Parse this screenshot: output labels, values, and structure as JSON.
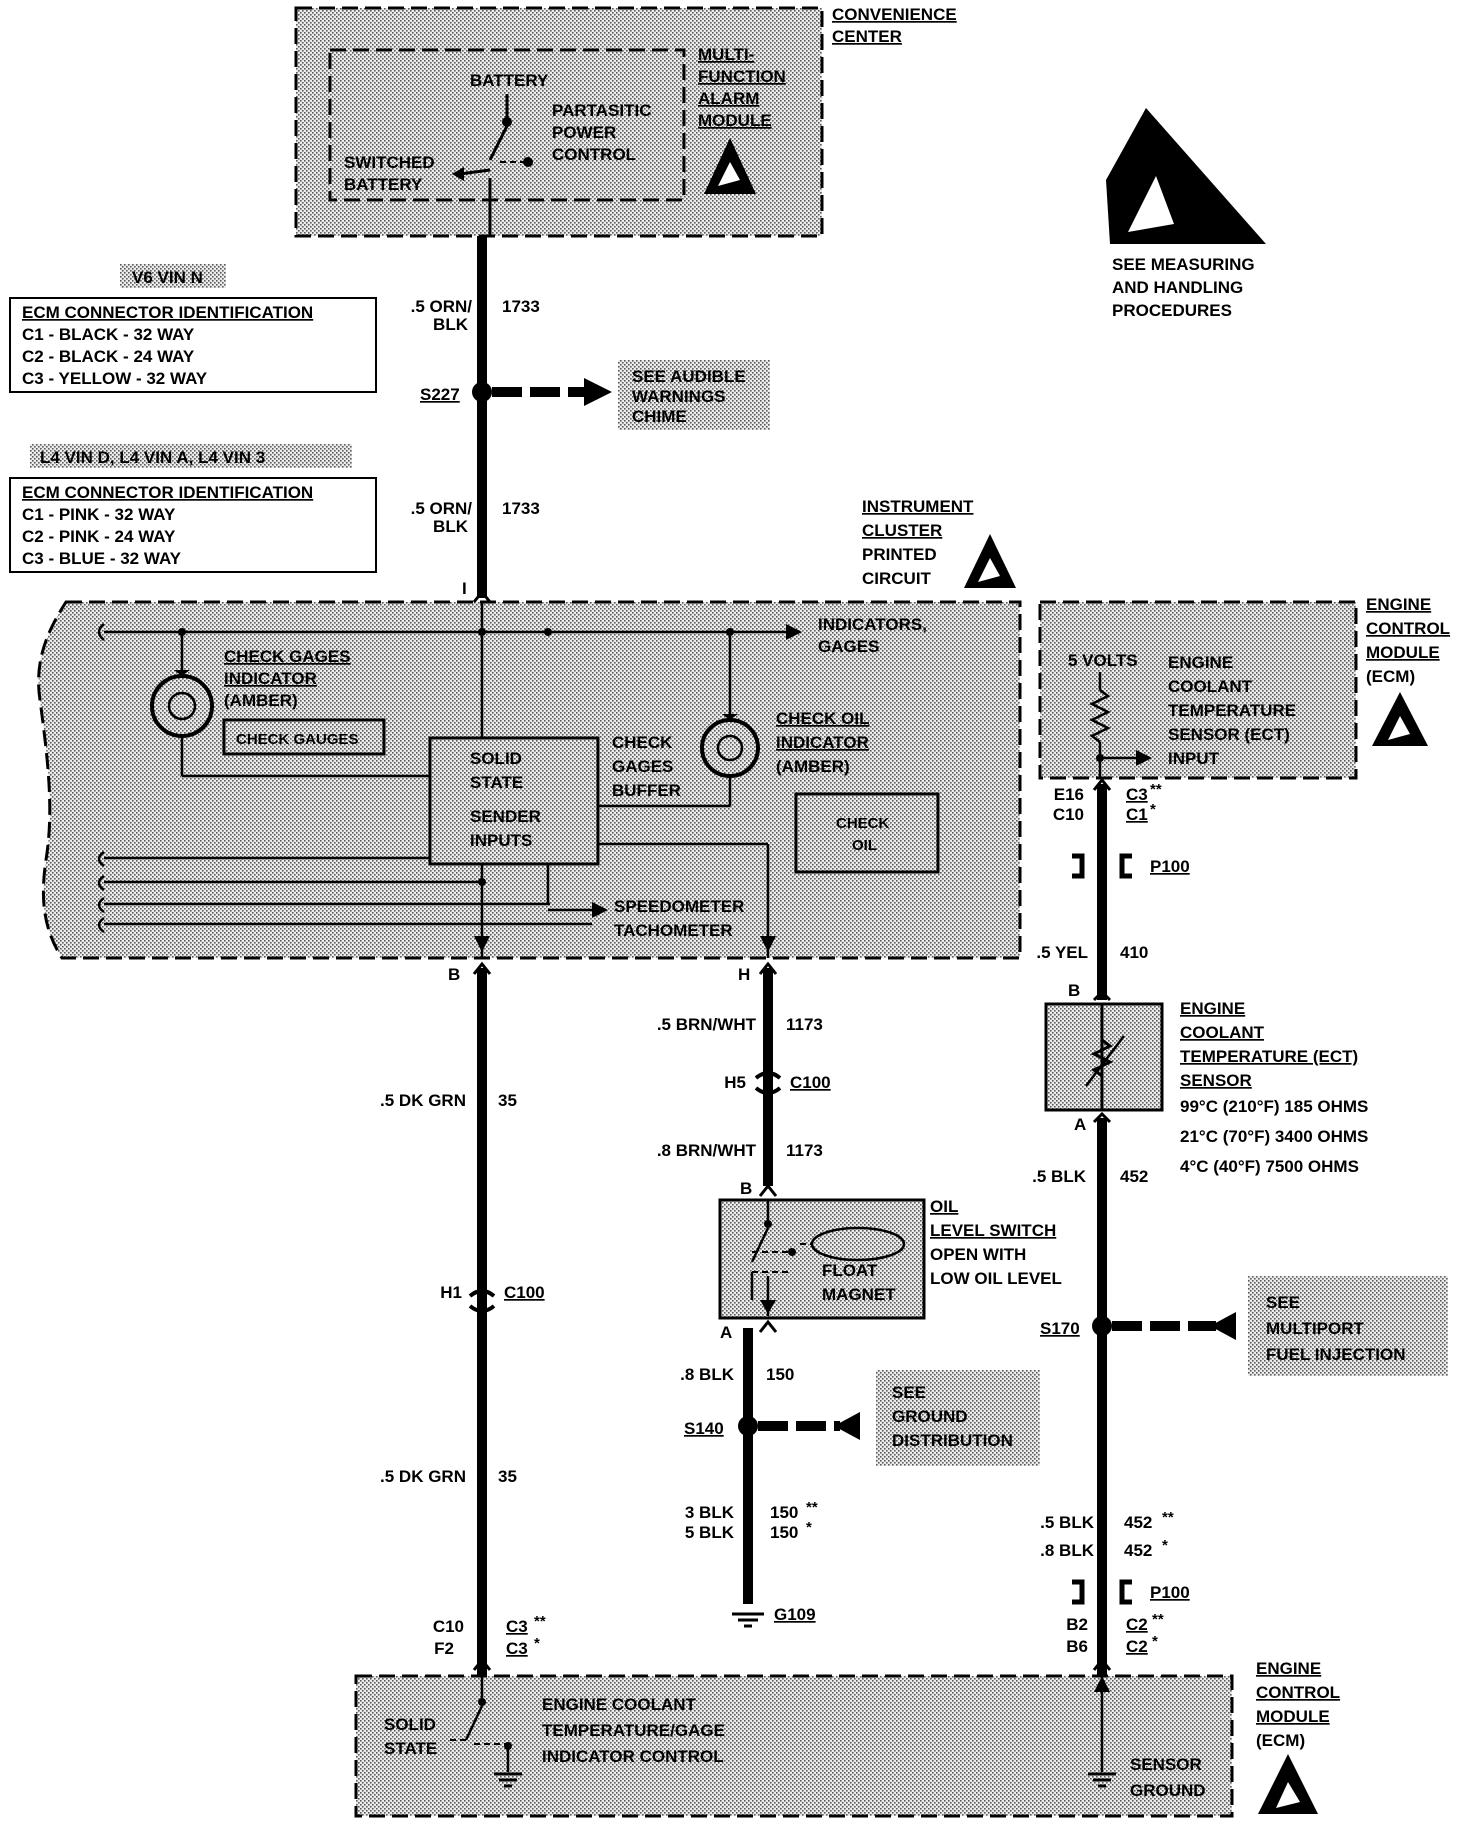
{
  "convenience_center": {
    "title_lines": [
      "CONVENIENCE",
      "CENTER"
    ],
    "module_lines": [
      "MULTI-",
      "FUNCTION",
      "ALARM",
      "MODULE"
    ],
    "battery": "BATTERY",
    "parasitic_lines": [
      "PARTASITIC",
      "POWER",
      "CONTROL"
    ],
    "switched_lines": [
      "SWITCHED",
      "BATTERY"
    ]
  },
  "esd_note_lines": [
    "SEE MEASURING",
    "AND HANDLING",
    "PROCEDURES"
  ],
  "v6": {
    "label": "V6 VIN N",
    "title": "ECM CONNECTOR IDENTIFICATION",
    "rows": [
      "C1 - BLACK - 32 WAY",
      "C2 - BLACK - 24 WAY",
      "C3 - YELLOW - 32 WAY"
    ]
  },
  "l4": {
    "label": "L4 VIN D, L4 VIN A, L4 VIN 3",
    "title": "ECM CONNECTOR IDENTIFICATION",
    "rows": [
      "C1 - PINK - 32 WAY",
      "C2 - PINK - 24 WAY",
      "C3 - BLUE - 32 WAY"
    ]
  },
  "wire_top": {
    "upper": {
      "gauge": ".5 ORN/",
      "color2": "BLK",
      "circuit": "1733"
    },
    "lower": {
      "gauge": ".5 ORN/",
      "color2": "BLK",
      "circuit": "1733"
    },
    "splice": "S227",
    "see_lines": [
      "SEE AUDIBLE",
      "WARNINGS",
      "CHIME"
    ]
  },
  "instrument_cluster": {
    "title_lines": [
      "INSTRUMENT",
      "CLUSTER",
      "PRINTED",
      "CIRCUIT"
    ],
    "pin_top": "I",
    "indicators": [
      "INDICATORS,",
      "GAGES"
    ],
    "check_gages_lines": [
      "CHECK GAGES",
      "INDICATOR",
      "(AMBER)"
    ],
    "check_gauges_lens": "CHECK GAUGES",
    "solid_state_lines": [
      "SOLID",
      "STATE",
      "SENDER",
      "INPUTS"
    ],
    "buffer_lines": [
      "CHECK",
      "GAGES",
      "BUFFER"
    ],
    "check_oil_lines": [
      "CHECK OIL",
      "INDICATOR",
      "(AMBER)"
    ],
    "check_oil_lens": [
      "CHECK",
      "OIL"
    ],
    "speedo_lines": [
      "SPEEDOMETER",
      "TACHOMETER"
    ],
    "pin_b": "B",
    "pin_h": "H"
  },
  "ecm_top": {
    "title_lines": [
      "ENGINE",
      "CONTROL",
      "MODULE",
      "(ECM)"
    ],
    "volts": "5 VOLTS",
    "sensor_lines": [
      "ENGINE",
      "COOLANT",
      "TEMPERATURE",
      "SENSOR (ECT)",
      "INPUT"
    ],
    "pins_left": [
      "E16",
      "C10"
    ],
    "conn_right": [
      "C3",
      "C1"
    ],
    "marks": [
      "**",
      "*"
    ]
  },
  "p100": "P100",
  "wire_410": {
    "gauge": ".5 YEL",
    "circuit": "410"
  },
  "ect_sensor": {
    "pin_top": "B",
    "pin_bottom": "A",
    "title_lines": [
      "ENGINE",
      "COOLANT",
      "TEMPERATURE (ECT)",
      "SENSOR"
    ],
    "specs": [
      "99°C (210°F) 185 OHMS",
      "21°C (70°F) 3400 OHMS",
      "4°C (40°F) 7500 OHMS"
    ]
  },
  "wire_452": {
    "gauge": ".5 BLK",
    "circuit": "452"
  },
  "s170": {
    "label": "S170",
    "see_lines": [
      "SEE",
      "MULTIPORT",
      "FUEL INJECTION"
    ]
  },
  "wire_452b": {
    "gauges": [
      ".5 BLK",
      ".8 BLK"
    ],
    "circuits": [
      "452",
      "452"
    ],
    "marks": [
      "**",
      "*"
    ]
  },
  "ecm_bottom_right_pins": {
    "left": [
      "B2",
      "B6"
    ],
    "right": [
      "C2",
      "C2"
    ],
    "marks": [
      "**",
      "*"
    ]
  },
  "wire_35": {
    "gauge": ".5 DK GRN",
    "circuit": "35"
  },
  "c100_h1": {
    "pin": "H1",
    "conn": "C100"
  },
  "wire_35b": {
    "gauge": ".5 DK GRN",
    "circuit": "35"
  },
  "ecm_bottom_left_pins": {
    "left": [
      "C10",
      "F2"
    ],
    "right": [
      "C3",
      "C3"
    ],
    "marks": [
      "**",
      "*"
    ]
  },
  "wire_1173": {
    "gauge": ".5 BRN/WHT",
    "circuit": "1173"
  },
  "c100_h5": {
    "pin": "H5",
    "conn": "C100"
  },
  "wire_1173b": {
    "gauge": ".8 BRN/WHT",
    "circuit": "1173"
  },
  "oil_switch": {
    "pin_top": "B",
    "pin_bottom": "A",
    "title_lines": [
      "OIL",
      "LEVEL SWITCH",
      "OPEN WITH",
      "LOW OIL LEVEL"
    ],
    "float_lines": [
      "FLOAT",
      "MAGNET"
    ]
  },
  "wire_150": {
    "gauge": ".8 BLK",
    "circuit": "150"
  },
  "s140": {
    "label": "S140",
    "see_lines": [
      "SEE",
      "GROUND",
      "DISTRIBUTION"
    ]
  },
  "wire_150b": {
    "gauges": [
      "3 BLK",
      "5 BLK"
    ],
    "circuits": [
      "150",
      "150"
    ],
    "marks": [
      "**",
      "*"
    ]
  },
  "g109": "G109",
  "ecm_bottom": {
    "title_lines": [
      "ENGINE",
      "CONTROL",
      "MODULE",
      "(ECM)"
    ],
    "solid_state_lines": [
      "SOLID",
      "STATE"
    ],
    "ect_gage_lines": [
      "ENGINE COOLANT",
      "TEMPERATURE/GAGE",
      "INDICATOR CONTROL"
    ],
    "sensor_ground_lines": [
      "SENSOR",
      "GROUND"
    ]
  }
}
